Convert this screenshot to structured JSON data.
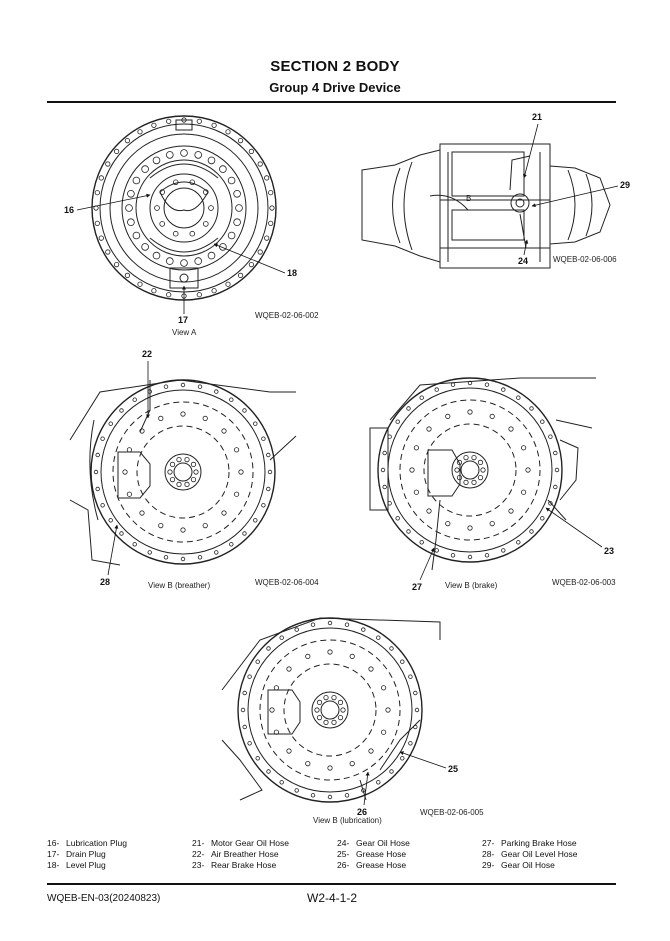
{
  "header": {
    "section": "SECTION 2 BODY",
    "group": "Group 4 Drive Device"
  },
  "figures": {
    "view_a": {
      "caption": "View A",
      "code": "WQEB-02-06-002"
    },
    "side": {
      "code": "WQEB-02-06-006",
      "marker": "B"
    },
    "view_b_breather": {
      "caption": "View B (breather)",
      "code": "WQEB-02-06-004"
    },
    "view_b_brake": {
      "caption": "View B (brake)",
      "code": "WQEB-02-06-003"
    },
    "view_b_lub": {
      "caption": "View B (lubrication)",
      "code": "WQEB-02-06-005"
    }
  },
  "callouts": [
    "16",
    "17",
    "18",
    "21",
    "29",
    "24",
    "22",
    "28",
    "27",
    "23",
    "25",
    "26"
  ],
  "legend": {
    "col1": [
      {
        "n": "16-",
        "t": "Lubrication Plug"
      },
      {
        "n": "17-",
        "t": "Drain Plug"
      },
      {
        "n": "18-",
        "t": "Level Plug"
      }
    ],
    "col2": [
      {
        "n": "21-",
        "t": "Motor Gear Oil Hose"
      },
      {
        "n": "22-",
        "t": "Air Breather Hose"
      },
      {
        "n": "23-",
        "t": "Rear Brake Hose"
      }
    ],
    "col3": [
      {
        "n": "24-",
        "t": "Gear Oil Hose"
      },
      {
        "n": "25-",
        "t": "Grease Hose"
      },
      {
        "n": "26-",
        "t": "Grease Hose"
      }
    ],
    "col4": [
      {
        "n": "27-",
        "t": "Parking Brake Hose"
      },
      {
        "n": "28-",
        "t": "Gear Oil Level Hose"
      },
      {
        "n": "29-",
        "t": "Gear Oil Hose"
      }
    ]
  },
  "footer": {
    "doc": "WQEB-EN-03(20240823)",
    "page": "W2-4-1-2"
  }
}
